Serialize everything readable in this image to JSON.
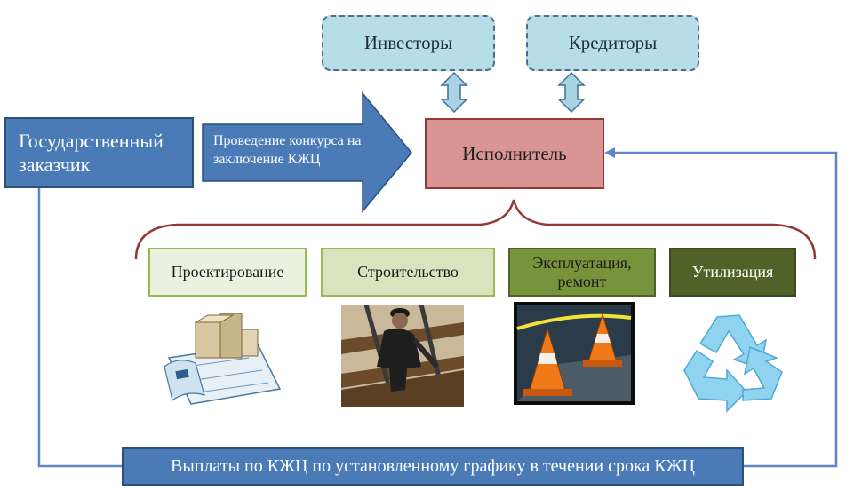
{
  "nodes": {
    "investors": "Инвесторы",
    "creditors": "Кредиторы",
    "customer": "Государственный заказчик",
    "contest": "Проведение конкурса на заключение КЖЦ",
    "executor": "Исполнитель",
    "payments": "Выплаты по КЖЦ по установленному графику в течении срока КЖЦ"
  },
  "phases": {
    "design": "Проектирование",
    "construction": "Строительство",
    "operation": "Эксплуатация, ремонт",
    "disposal": "Утилизация"
  },
  "colors": {
    "blue": "#4a7bb7",
    "light_blue": "#b7dde8",
    "executor": "#d99594",
    "brace": "#953735",
    "line": "#5b87c5"
  },
  "icons": [
    "blueprint-icon",
    "railway-worker-icon",
    "traffic-cone-icon",
    "recycle-icon"
  ]
}
